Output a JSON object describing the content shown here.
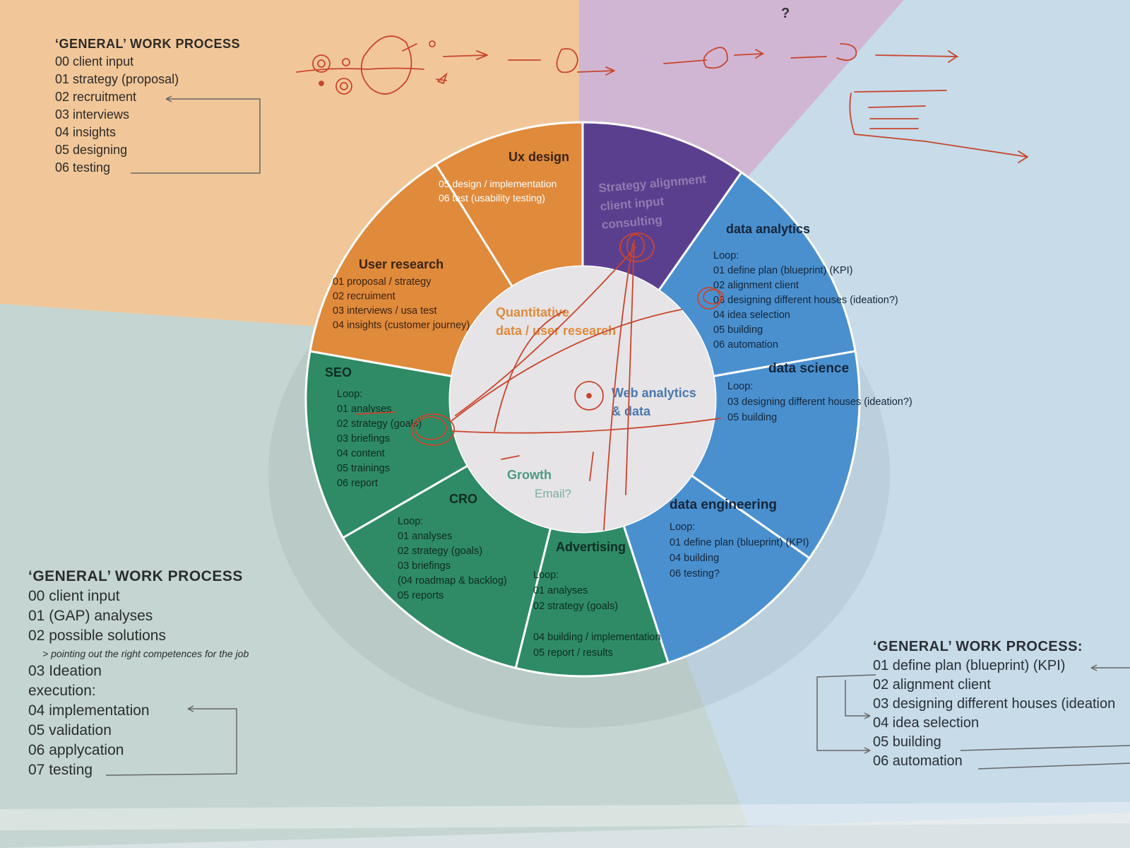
{
  "question_mark": "?",
  "process_top_left": {
    "title": "‘GENERAL’ WORK PROCESS",
    "steps": [
      "00 client input",
      "01 strategy (proposal)",
      "02 recruitment",
      "03 interviews",
      "04 insights",
      "05 designing",
      "06 testing"
    ]
  },
  "process_bottom_left": {
    "title": "‘GENERAL’ WORK PROCESS",
    "steps": [
      "00 client input",
      "01 (GAP) analyses",
      "02 possible solutions"
    ],
    "note": "> pointing out the right competences for the job",
    "steps2": [
      "03 Ideation",
      "execution:",
      "04 implementation",
      "05 validation",
      "06 applycation",
      "07 testing"
    ]
  },
  "process_bottom_right": {
    "title": "‘GENERAL’ WORK PROCESS:",
    "steps": [
      "01 define plan (blueprint) (KPI)",
      "02 alignment client",
      "03 designing different houses (ideation",
      "04 idea selection",
      "05 building",
      "06 automation"
    ]
  },
  "wheel": {
    "segments": {
      "ux_design": {
        "title": "Ux design",
        "lines": [
          "05 design / implementation",
          "06 test (usability testing)"
        ]
      },
      "strategy": {
        "lines": [
          "Strategy alignment",
          "client input",
          "consulting"
        ]
      },
      "data_analytics": {
        "title": "data analytics",
        "lines": [
          "Loop:",
          "01 define plan (blueprint) (KPI)",
          "02 alignment client",
          "03 designing different houses (ideation?)",
          "04 idea selection",
          "05 building",
          "06 automation"
        ]
      },
      "data_science": {
        "title": "data science",
        "lines": [
          "Loop:",
          "03 designing different houses (ideation?)",
          "05 building"
        ]
      },
      "data_engineering": {
        "title": "data engineering",
        "lines": [
          "Loop:",
          "01 define plan (blueprint) (KPI)",
          "04 building",
          "06 testing?"
        ]
      },
      "advertising": {
        "title": "Advertising",
        "lines": [
          "Loop:",
          "01 analyses",
          "02 strategy (goals)",
          "",
          "04 building / implementation",
          "05 report / results"
        ]
      },
      "cro": {
        "title": "CRO",
        "lines": [
          "Loop:",
          "01 analyses",
          "02 strategy (goals)",
          "03 briefings",
          "(04 roadmap & backlog)",
          "05 reports"
        ]
      },
      "seo": {
        "title": "SEO",
        "lines": [
          "Loop:",
          "01 analyses",
          "02 strategy (goals)",
          "03 briefings",
          "04 content",
          "05 trainings",
          "06 report"
        ]
      },
      "user_research": {
        "title": "User research",
        "lines": [
          "01 proposal / strategy",
          "02 recruiment",
          "03 interviews / usa test",
          "04 insights (customer journey)"
        ]
      }
    },
    "center": {
      "quantitative": [
        "Quantitative",
        "data / user research"
      ],
      "web_analytics": [
        "Web analytics",
        "& data"
      ],
      "growth": "Growth",
      "email": "Email?"
    }
  },
  "colors": {
    "orange": "#e08a3c",
    "purple": "#5b3f8f",
    "blue": "#4a90cf",
    "green": "#2e8b66",
    "center": "#e6e4e6",
    "ink": "#c8452c"
  }
}
